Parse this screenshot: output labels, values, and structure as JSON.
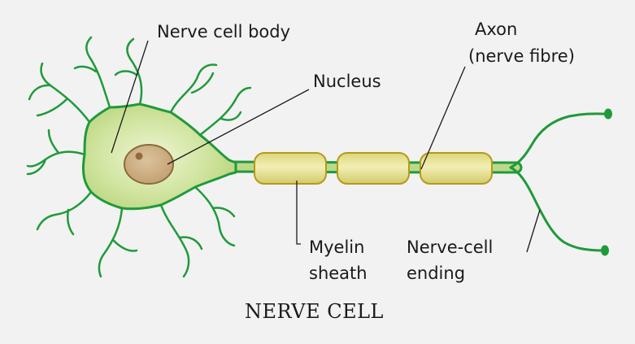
{
  "labels": {
    "cell_body": "Nerve cell body",
    "nucleus": "Nucleus",
    "axon_line1": "Axon",
    "axon_line2": "(nerve fibre)",
    "myelin_line1": "Myelin",
    "myelin_line2": "sheath",
    "ending_line1": "Nerve-cell",
    "ending_line2": "ending"
  },
  "title": "NERVE CELL",
  "colors": {
    "background": "#f2f2f2",
    "membrane": "#1f9a3a",
    "cytoplasm_light": "#e8f2c8",
    "cytoplasm": "#c5dd8c",
    "nucleus_fill": "#c9a97f",
    "nucleus_stroke": "#8a6a3a",
    "myelin_fill": "#e7e294",
    "myelin_stroke": "#b59a1a"
  }
}
